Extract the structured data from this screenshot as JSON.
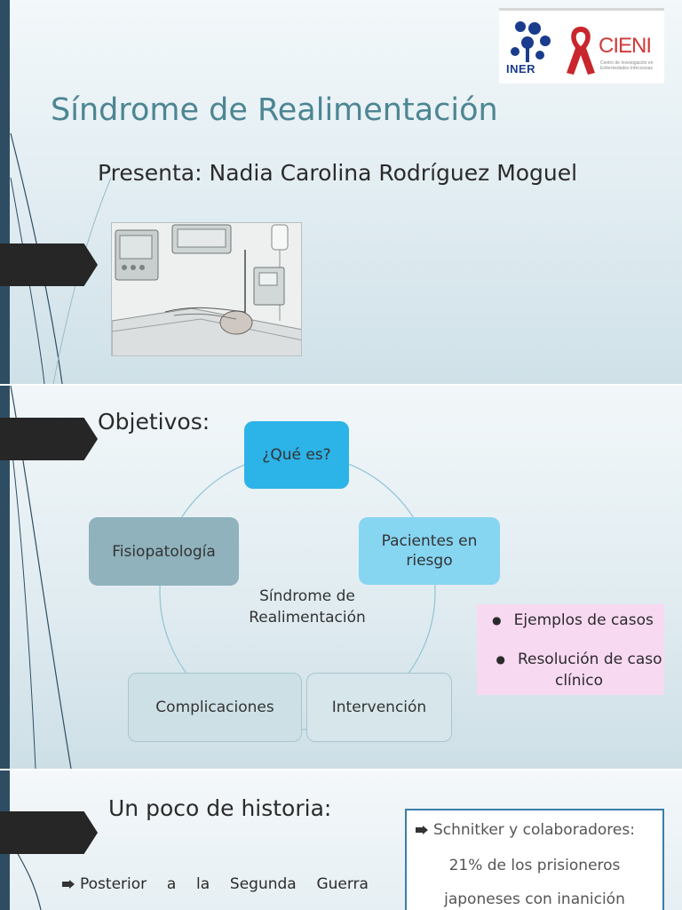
{
  "slide1": {
    "logos": {
      "iner": "INER",
      "cieni": "CIENI",
      "cieni_sub": "Centro de Investigación en Enfermedades Infecciosas"
    },
    "title": "Síndrome de Realimentación",
    "subtitle": "Presenta: Nadia Carolina Rodríguez Moguel"
  },
  "slide2": {
    "title": "Objetivos:",
    "cycle": {
      "que_es": "¿Qué es?",
      "pacientes": "Pacientes en riesgo",
      "fisiopatologia": "Fisiopatología",
      "complicaciones": "Complicaciones",
      "intervencion": "Intervención",
      "center": "Síndrome de Realimentación"
    },
    "extras": [
      "Ejemplos de casos",
      "Resolución de caso clínico"
    ]
  },
  "slide3": {
    "title": "Un poco de historia:",
    "body_words": [
      "Posterior",
      "a",
      "la",
      "Segunda",
      "Guerra"
    ],
    "note": {
      "head": "Schnitker y colaboradores:",
      "line1": "21% de los prisioneros",
      "line2": "japoneses con inanición"
    }
  },
  "colors": {
    "accent_dark": "#2e4d63",
    "title_teal": "#4d8593",
    "node_blue": "#2cb3e8",
    "node_light_blue": "#86d5f1",
    "node_grey": "#8fb2bc",
    "pink_box": "#f8d9f2",
    "note_border": "#3a7ea8"
  },
  "icons": [
    "arrow-bullet-icon",
    "bullet-dot-icon",
    "iner-logo-icon",
    "red-ribbon-icon"
  ]
}
